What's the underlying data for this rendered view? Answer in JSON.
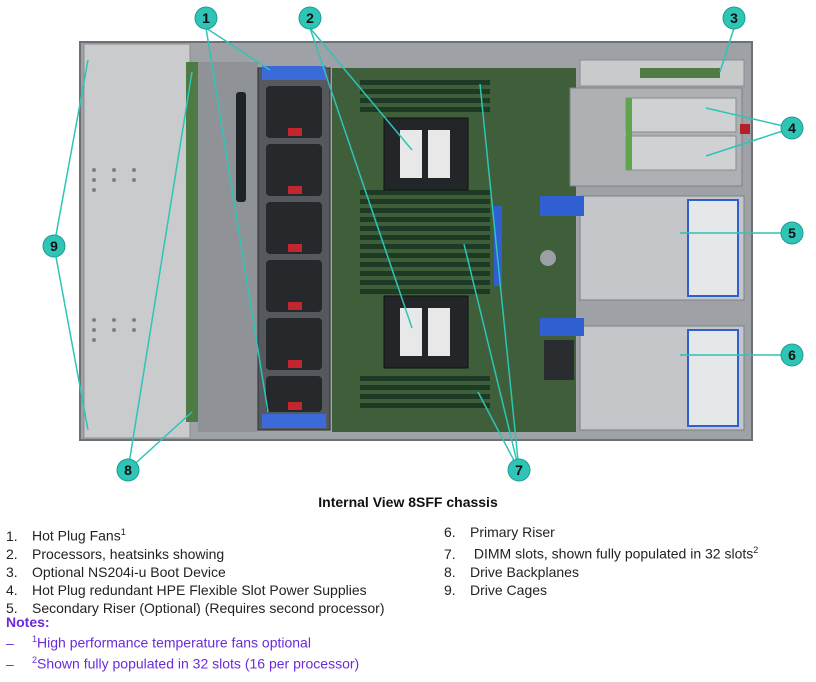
{
  "caption": "Internal View 8SFF chassis",
  "callouts": [
    {
      "id": "1",
      "label": "1"
    },
    {
      "id": "2",
      "label": "2"
    },
    {
      "id": "3",
      "label": "3"
    },
    {
      "id": "4",
      "label": "4"
    },
    {
      "id": "5",
      "label": "5"
    },
    {
      "id": "6",
      "label": "6"
    },
    {
      "id": "7",
      "label": "7"
    },
    {
      "id": "8",
      "label": "8"
    },
    {
      "id": "9",
      "label": "9"
    }
  ],
  "legend_left": [
    {
      "num": "1.",
      "text": "Hot Plug Fans",
      "sup": "1"
    },
    {
      "num": "2.",
      "text": "Processors, heatsinks showing",
      "sup": ""
    },
    {
      "num": "3.",
      "text": "Optional NS204i-u Boot Device",
      "sup": ""
    },
    {
      "num": "4.",
      "text": "Hot Plug redundant HPE Flexible Slot Power Supplies",
      "sup": ""
    },
    {
      "num": "5.",
      "text": "Secondary Riser (Optional) (Requires second processor)",
      "sup": ""
    }
  ],
  "legend_right": [
    {
      "num": "6.",
      "text": "Primary Riser",
      "sup": ""
    },
    {
      "num": "7.",
      "text": " DIMM slots, shown fully populated in 32 slots",
      "sup": "2"
    },
    {
      "num": "8.",
      "text": "Drive Backplanes",
      "sup": ""
    },
    {
      "num": "9.",
      "text": "Drive Cages",
      "sup": ""
    }
  ],
  "notes": {
    "title": "Notes:",
    "items": [
      {
        "dash": "–",
        "sup": "1",
        "text": "High performance temperature fans optional"
      },
      {
        "dash": "–",
        "sup": "2",
        "text": "Shown fully populated in 32 slots (16 per processor)"
      }
    ]
  },
  "colors": {
    "callout_fill": "#2ec4b6",
    "note_text": "#6a2bd9",
    "chassis_gray": "#b9bcbf",
    "board_green": "#3f5f3a",
    "accent_blue": "#2f5fd0"
  }
}
